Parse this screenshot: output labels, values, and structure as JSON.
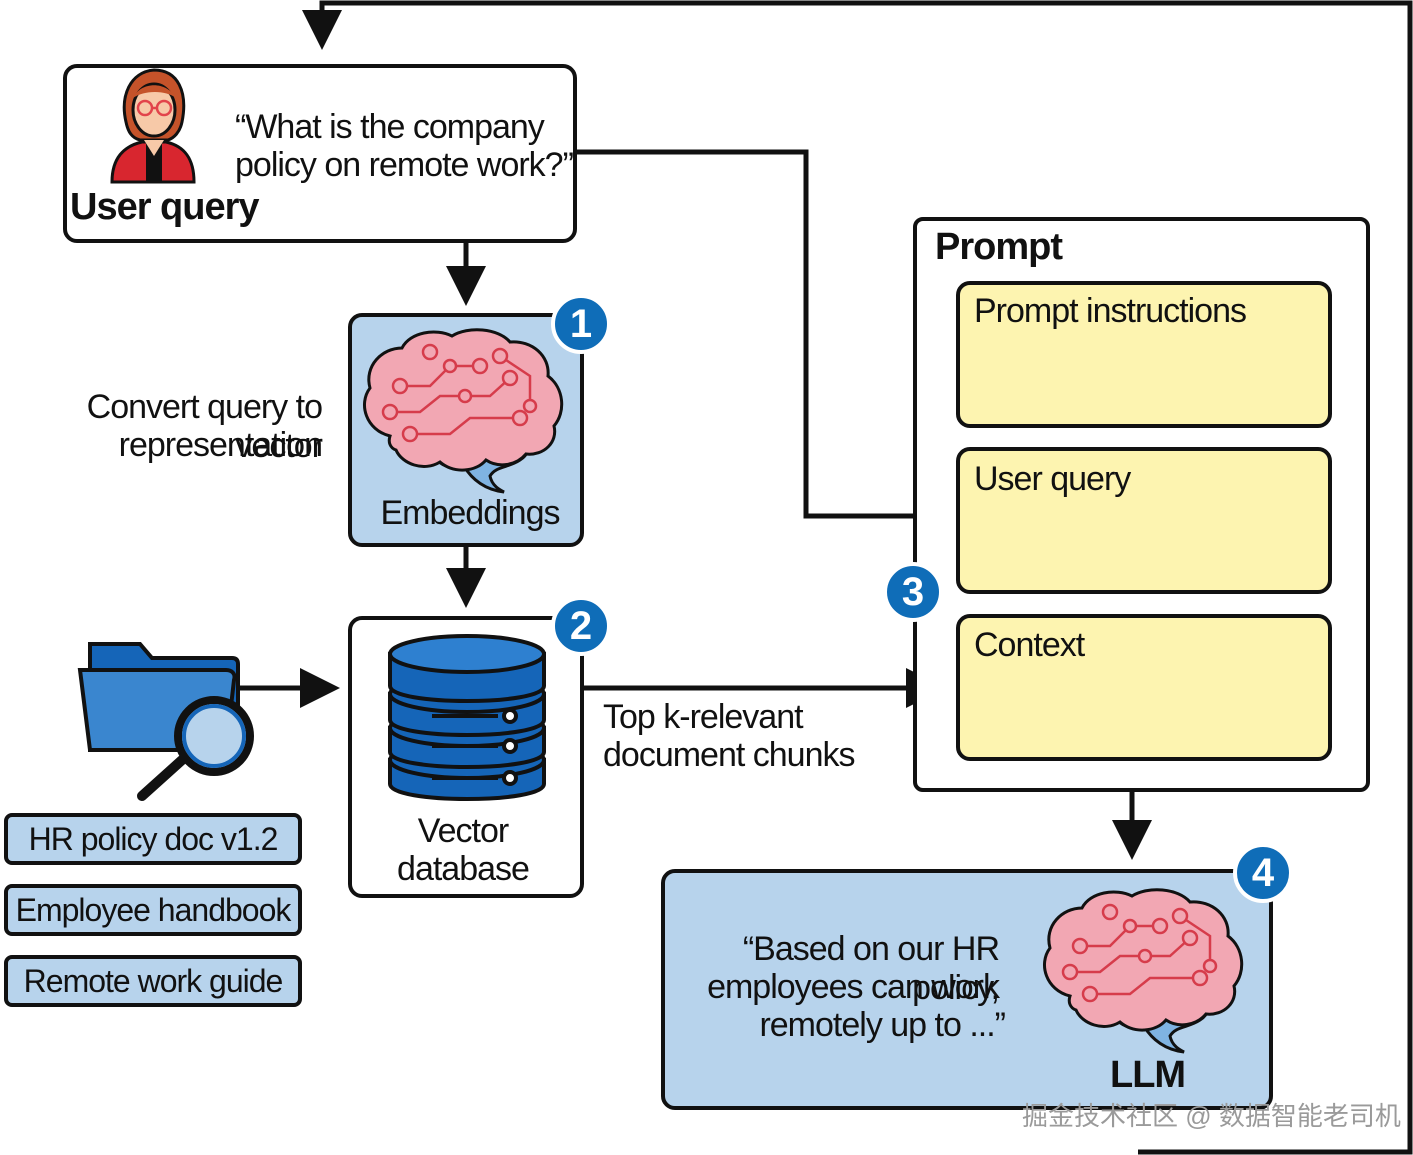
{
  "user_query_box": {
    "label": "User query",
    "question_line1": "“What is the company",
    "question_line2": "policy on remote work?”"
  },
  "convert_note": {
    "line1": "Convert query to vector",
    "line2": "representation"
  },
  "embeddings": {
    "label": "Embeddings",
    "step": "1"
  },
  "vector_db": {
    "line1": "Vector",
    "line2": "database",
    "step": "2"
  },
  "retrieval_note": {
    "line1": "Top k-relevant",
    "line2": "document chunks"
  },
  "documents": [
    "HR policy doc v1.2",
    "Employee handbook",
    "Remote work guide"
  ],
  "prompt": {
    "title": "Prompt",
    "step": "3",
    "sections": [
      "Prompt instructions",
      "User query",
      "Context"
    ]
  },
  "llm": {
    "label": "LLM",
    "step": "4",
    "answer_line1": "“Based on our HR policy,",
    "answer_line2": "employees can work",
    "answer_line3": "remotely up to ...”"
  },
  "watermark": "掘金技术社区 @ 数据智能老司机",
  "colors": {
    "box_blue": "#b7d3ec",
    "prompt_yellow": "#fdf4b0",
    "badge_blue": "#0f6db8",
    "brain_pink": "#f2a7b3",
    "circuit_red": "#d63c4b",
    "db_blue": "#1565b8"
  }
}
